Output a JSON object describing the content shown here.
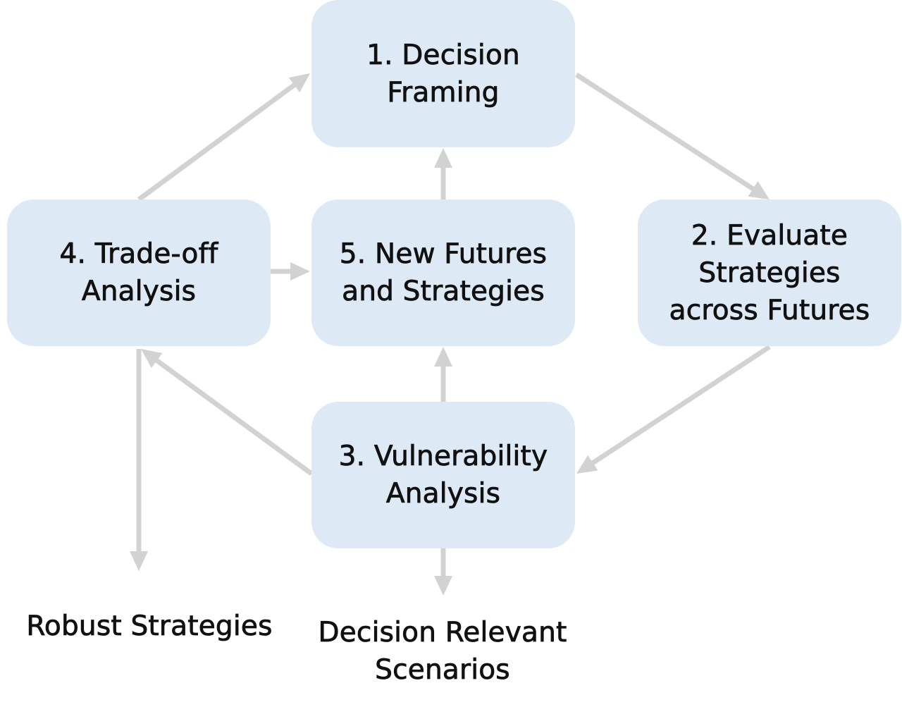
{
  "colors": {
    "box_fill": "#dde9f5",
    "arrow": "#d3d2d2",
    "text": "#111111"
  },
  "steps": {
    "decision_framing": {
      "line1": "1. Decision",
      "line2": "Framing"
    },
    "evaluate": {
      "line1": "2. Evaluate",
      "line2": "Strategies",
      "line3": "across Futures"
    },
    "vulnerability": {
      "line1": "3. Vulnerability",
      "line2": "Analysis"
    },
    "tradeoff": {
      "line1": "4. Trade-off",
      "line2": "Analysis"
    },
    "new_futures": {
      "line1": "5. New Futures",
      "line2": "and Strategies"
    }
  },
  "outputs": {
    "robust_strategies": {
      "line1": "Robust Strategies"
    },
    "decision_relevant_scenarios": {
      "line1": "Decision Relevant",
      "line2": "Scenarios"
    }
  }
}
